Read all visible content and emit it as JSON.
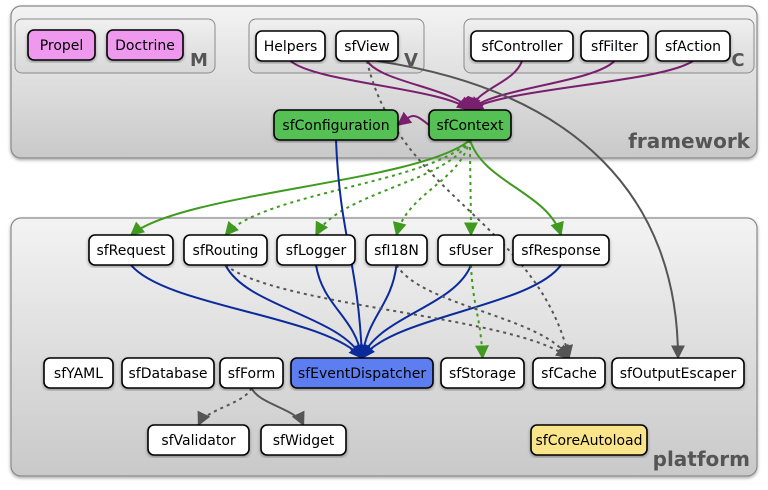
{
  "colors": {
    "model_node": "#ee99ee",
    "core_node": "#55c155",
    "dispatcher_node": "#5b7ef0",
    "autoload_node": "#fbe58a",
    "plain_node": "#ffffff",
    "green_edge": "#3f9a1f",
    "blue_edge": "#0b2a9c",
    "purple_edge": "#7a1f6e",
    "gray_edge": "#555555"
  },
  "layers": {
    "framework": {
      "label": "framework"
    },
    "platform": {
      "label": "platform"
    }
  },
  "groups": {
    "M": {
      "label": "M"
    },
    "V": {
      "label": "V"
    },
    "C": {
      "label": "C"
    }
  },
  "nodes": {
    "propel": {
      "label": "Propel",
      "style": "model"
    },
    "doctrine": {
      "label": "Doctrine",
      "style": "model"
    },
    "helpers": {
      "label": "Helpers",
      "style": "plain"
    },
    "sfview": {
      "label": "sfView",
      "style": "plain"
    },
    "sfcontroller": {
      "label": "sfController",
      "style": "plain"
    },
    "sffilter": {
      "label": "sfFilter",
      "style": "plain"
    },
    "sfaction": {
      "label": "sfAction",
      "style": "plain"
    },
    "sfconfiguration": {
      "label": "sfConfiguration",
      "style": "core"
    },
    "sfcontext": {
      "label": "sfContext",
      "style": "core"
    },
    "sfrequest": {
      "label": "sfRequest",
      "style": "plain"
    },
    "sfrouting": {
      "label": "sfRouting",
      "style": "plain"
    },
    "sflogger": {
      "label": "sfLogger",
      "style": "plain"
    },
    "sfi18n": {
      "label": "sfI18N",
      "style": "plain"
    },
    "sfuser": {
      "label": "sfUser",
      "style": "plain"
    },
    "sfresponse": {
      "label": "sfResponse",
      "style": "plain"
    },
    "sfyaml": {
      "label": "sfYAML",
      "style": "plain"
    },
    "sfdatabase": {
      "label": "sfDatabase",
      "style": "plain"
    },
    "sfform": {
      "label": "sfForm",
      "style": "plain"
    },
    "sfeventdispatcher": {
      "label": "sfEventDispatcher",
      "style": "dispatcher"
    },
    "sfstorage": {
      "label": "sfStorage",
      "style": "plain"
    },
    "sfcache": {
      "label": "sfCache",
      "style": "plain"
    },
    "sfoutputescaper": {
      "label": "sfOutputEscaper",
      "style": "plain"
    },
    "sfvalidator": {
      "label": "sfValidator",
      "style": "plain"
    },
    "sfwidget": {
      "label": "sfWidget",
      "style": "plain"
    },
    "sfcoreautoload": {
      "label": "sfCoreAutoload",
      "style": "autoload"
    }
  },
  "edges": [
    {
      "from": "helpers",
      "to": "sfcontext",
      "color": "purple",
      "style": "solid"
    },
    {
      "from": "sfview",
      "to": "sfcontext",
      "color": "purple",
      "style": "solid"
    },
    {
      "from": "sfcontroller",
      "to": "sfcontext",
      "color": "purple",
      "style": "solid"
    },
    {
      "from": "sffilter",
      "to": "sfcontext",
      "color": "purple",
      "style": "solid"
    },
    {
      "from": "sfaction",
      "to": "sfcontext",
      "color": "purple",
      "style": "solid"
    },
    {
      "from": "sfcontext",
      "to": "sfconfiguration",
      "color": "purple",
      "style": "solid"
    },
    {
      "from": "sfview",
      "to": "sfcache",
      "color": "gray",
      "style": "dashed"
    },
    {
      "from": "sfview",
      "to": "sfoutputescaper",
      "color": "gray",
      "style": "solid"
    },
    {
      "from": "sfcontext",
      "to": "sfrequest",
      "color": "green",
      "style": "solid"
    },
    {
      "from": "sfcontext",
      "to": "sfrouting",
      "color": "green",
      "style": "dashed"
    },
    {
      "from": "sfcontext",
      "to": "sflogger",
      "color": "green",
      "style": "dashed"
    },
    {
      "from": "sfcontext",
      "to": "sfi18n",
      "color": "green",
      "style": "dashed"
    },
    {
      "from": "sfcontext",
      "to": "sfuser",
      "color": "green",
      "style": "dashed"
    },
    {
      "from": "sfcontext",
      "to": "sfresponse",
      "color": "green",
      "style": "solid"
    },
    {
      "from": "sfconfiguration",
      "to": "sfeventdispatcher",
      "color": "blue",
      "style": "solid"
    },
    {
      "from": "sfrequest",
      "to": "sfeventdispatcher",
      "color": "blue",
      "style": "solid"
    },
    {
      "from": "sfrouting",
      "to": "sfeventdispatcher",
      "color": "blue",
      "style": "solid"
    },
    {
      "from": "sflogger",
      "to": "sfeventdispatcher",
      "color": "blue",
      "style": "solid"
    },
    {
      "from": "sfi18n",
      "to": "sfeventdispatcher",
      "color": "blue",
      "style": "solid"
    },
    {
      "from": "sfuser",
      "to": "sfeventdispatcher",
      "color": "blue",
      "style": "solid"
    },
    {
      "from": "sfresponse",
      "to": "sfeventdispatcher",
      "color": "blue",
      "style": "solid"
    },
    {
      "from": "sfrouting",
      "to": "sfcache",
      "color": "gray",
      "style": "dashed"
    },
    {
      "from": "sfuser",
      "to": "sfstorage",
      "color": "green",
      "style": "dashed"
    },
    {
      "from": "sfi18n",
      "to": "sfcache",
      "color": "gray",
      "style": "dashed"
    },
    {
      "from": "sfform",
      "to": "sfvalidator",
      "color": "gray",
      "style": "dashed"
    },
    {
      "from": "sfform",
      "to": "sfwidget",
      "color": "gray",
      "style": "solid"
    }
  ]
}
